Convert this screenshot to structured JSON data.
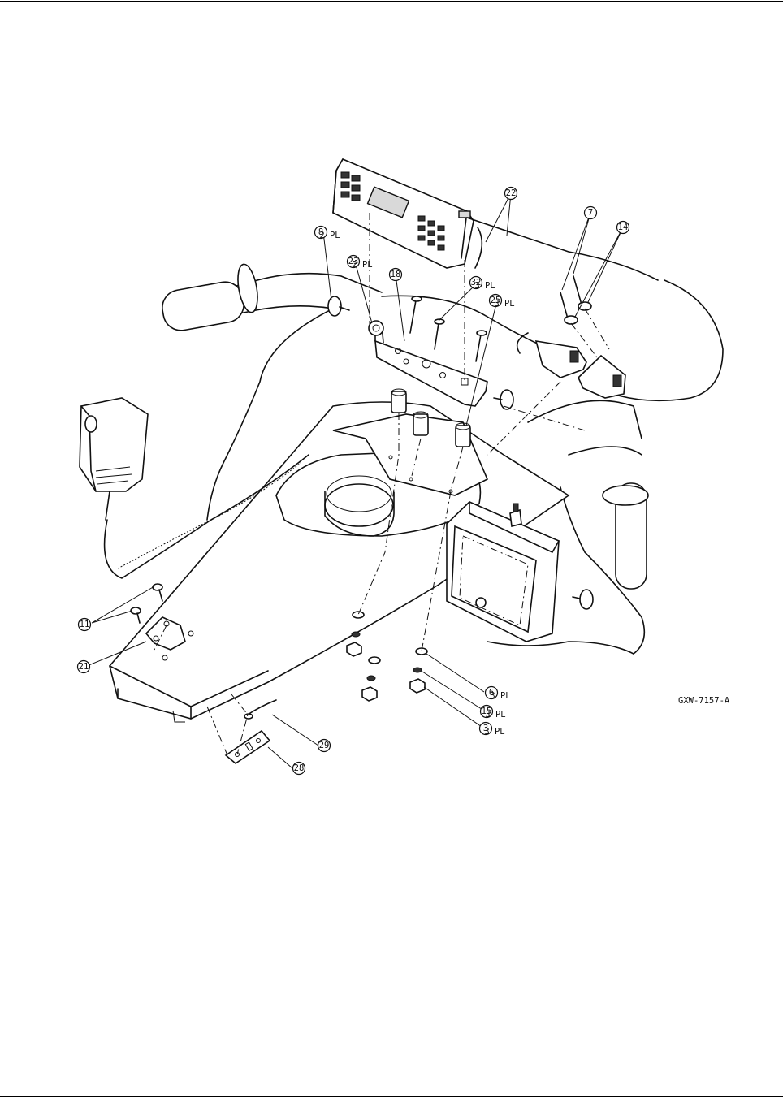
{
  "drawing_number": "GXW-7157-A",
  "callouts": [
    {
      "id": "22",
      "qty": ""
    },
    {
      "id": "7",
      "qty": ""
    },
    {
      "id": "14",
      "qty": ""
    },
    {
      "id": "8",
      "qty": "2 PL"
    },
    {
      "id": "23",
      "qty": "2 PL"
    },
    {
      "id": "18",
      "qty": ""
    },
    {
      "id": "32",
      "qty": "3 PL"
    },
    {
      "id": "25",
      "qty": "3 PL"
    },
    {
      "id": "11",
      "qty": ""
    },
    {
      "id": "21",
      "qty": ""
    },
    {
      "id": "6",
      "qty": "3 PL"
    },
    {
      "id": "15",
      "qty": "3 PL"
    },
    {
      "id": "3",
      "qty": "3 PL"
    },
    {
      "id": "29",
      "qty": ""
    },
    {
      "id": "28",
      "qty": ""
    }
  ]
}
